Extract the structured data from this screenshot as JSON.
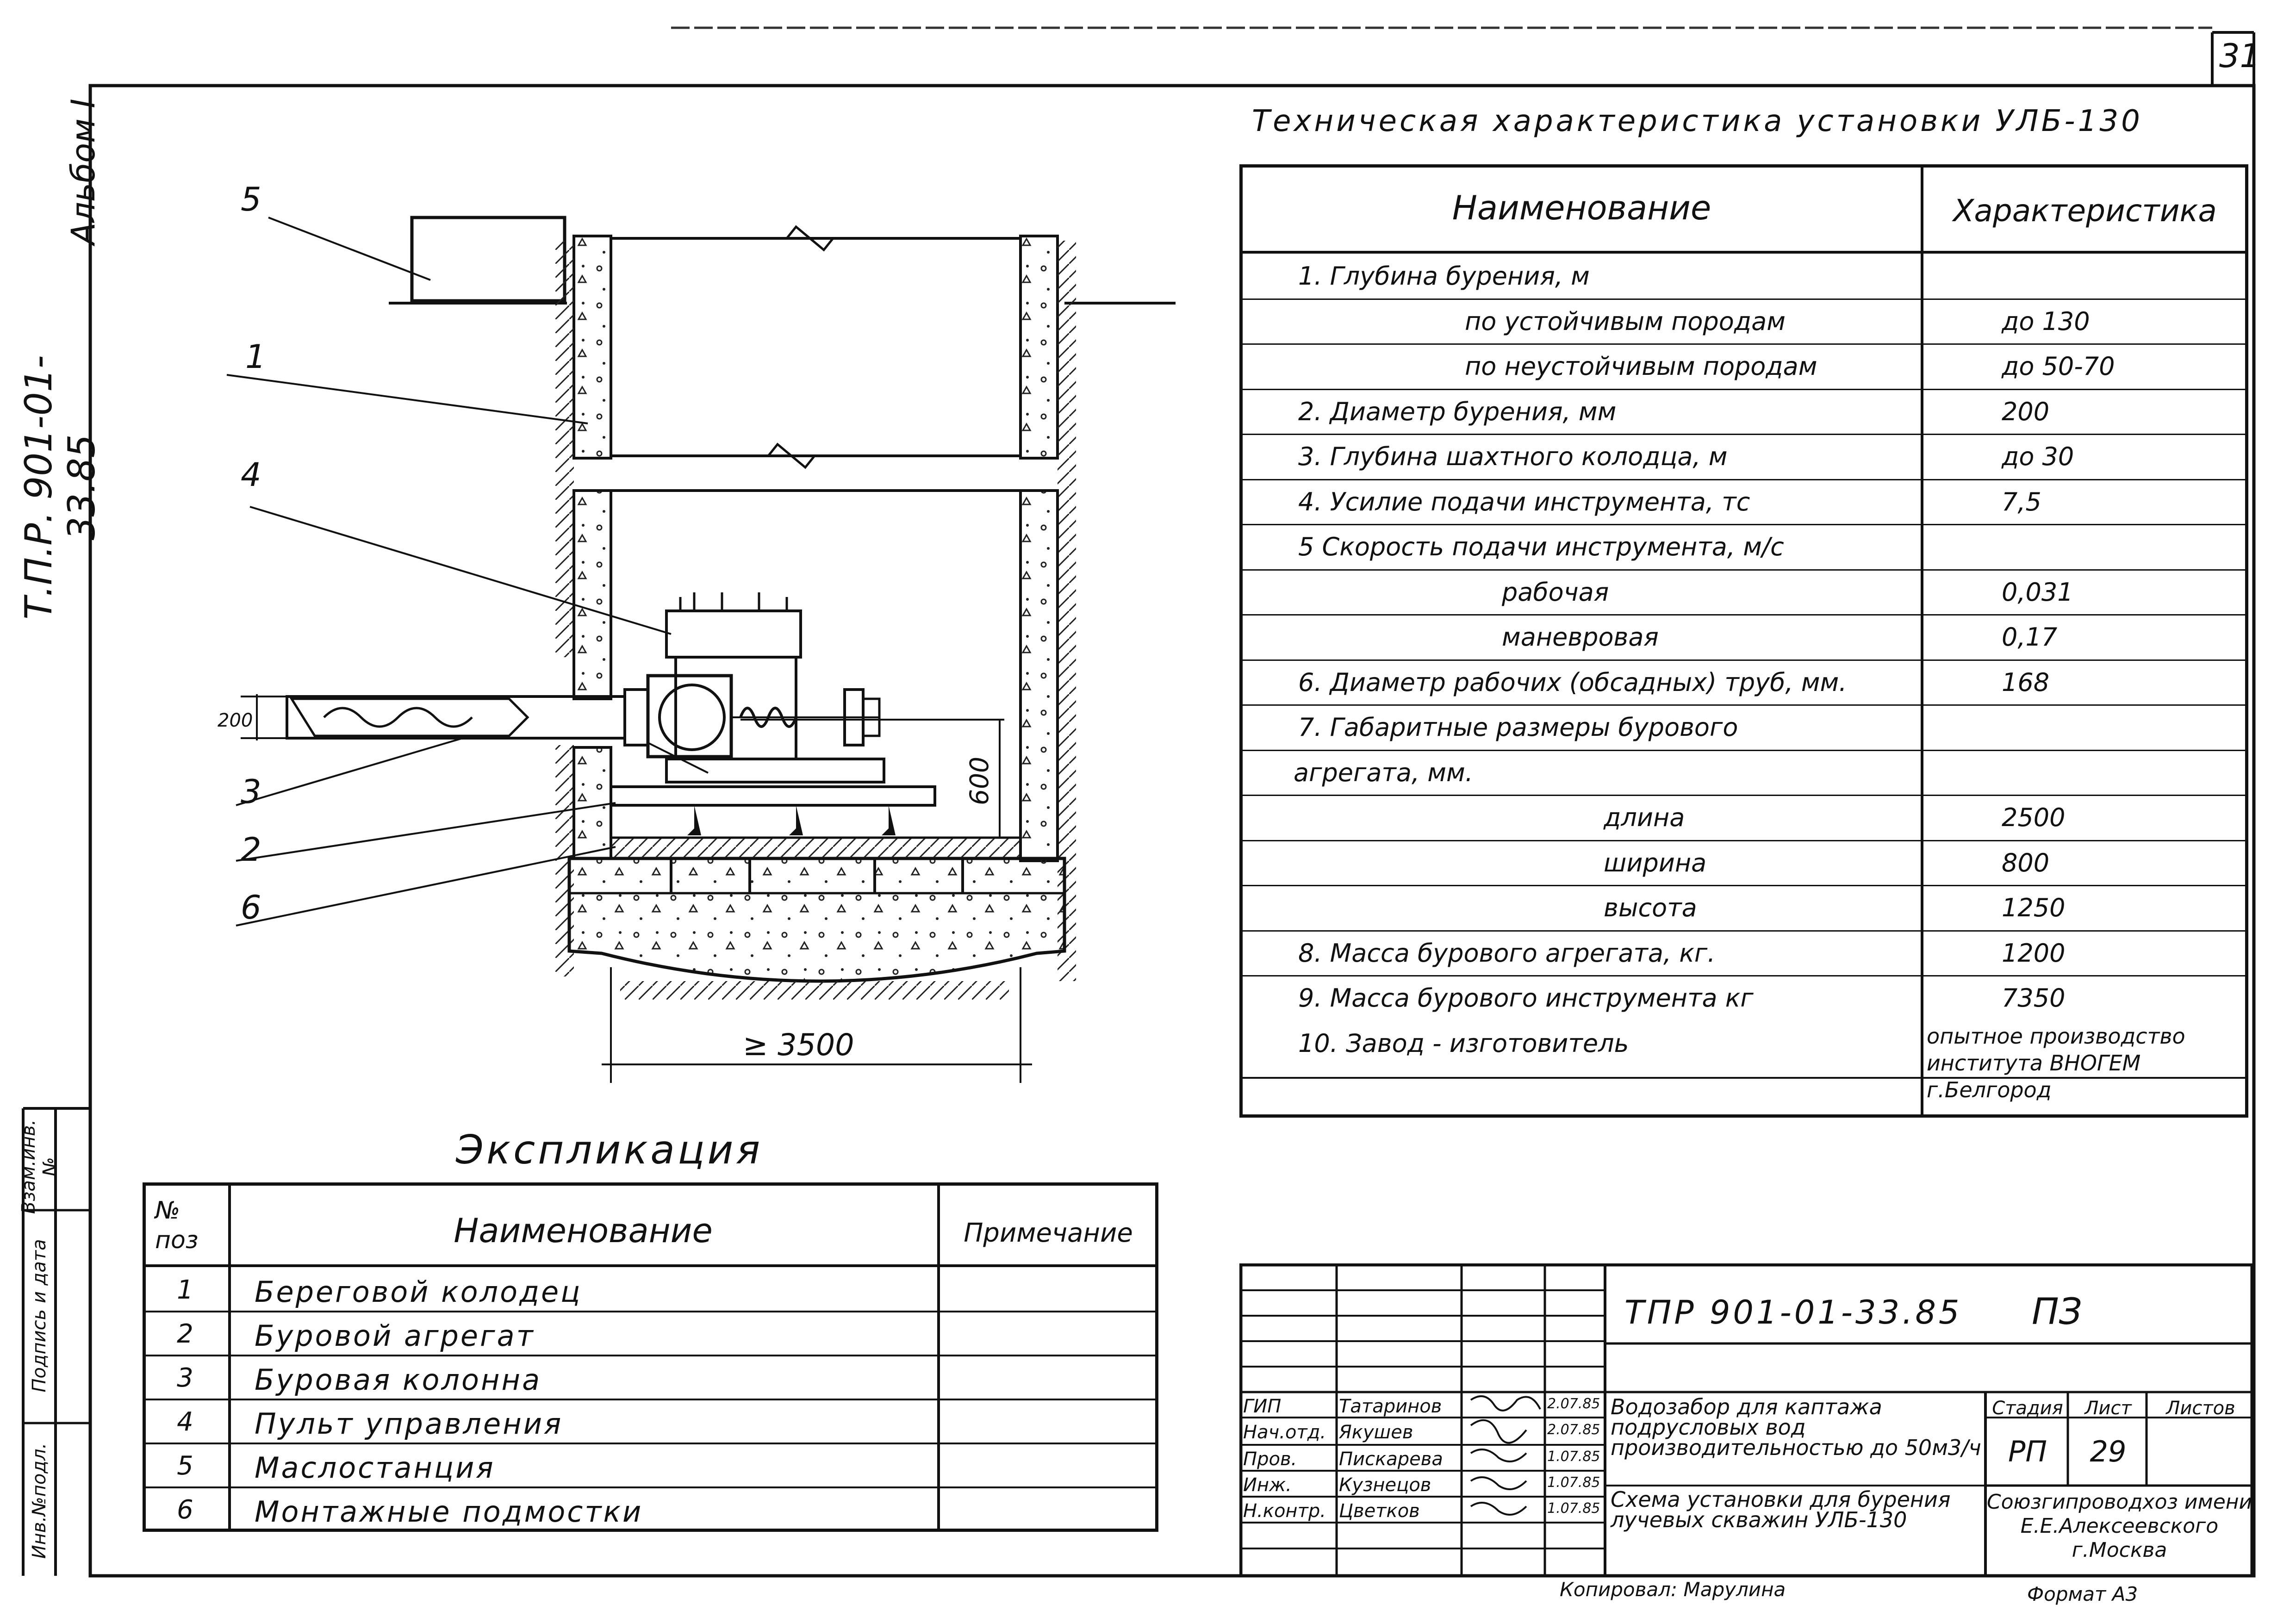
{
  "page_number": "31",
  "left_margin": {
    "album": "Альбом I",
    "tpr": "Т.П.Р. 901-01-33.85",
    "inv_podl": "Инв.№подл.",
    "podpis_data": "Подпись и дата",
    "vzam_inv": "Взам.инв.№"
  },
  "drawing": {
    "callouts": [
      "5",
      "1",
      "4",
      "3",
      "2",
      "6"
    ],
    "dim_200": "200",
    "dim_600": "600",
    "dim_3500": "≥ 3500"
  },
  "tech": {
    "title": "Техническая характеристика установки УЛБ-130",
    "header_name": "Наименование",
    "header_char": "Характеристика",
    "rows": [
      {
        "name": "1. Глубина бурения, м",
        "value": ""
      },
      {
        "name": "по устойчивым породам",
        "value": "до 130"
      },
      {
        "name": "по неустойчивым породам",
        "value": "до 50-70"
      },
      {
        "name": "2. Диаметр бурения, мм",
        "value": "200"
      },
      {
        "name": "3. Глубина шахтного колодца, м",
        "value": "до 30"
      },
      {
        "name": "4. Усилие подачи инструмента, тс",
        "value": "7,5"
      },
      {
        "name": "5 Скорость подачи инструмента, м/с",
        "value": ""
      },
      {
        "name": "рабочая",
        "value": "0,031"
      },
      {
        "name": "маневровая",
        "value": "0,17"
      },
      {
        "name": "6. Диаметр рабочих (обсадных) труб, мм.",
        "value": "168"
      },
      {
        "name": "7. Габаритные размеры бурового",
        "value": ""
      },
      {
        "name": "агрегата, мм.",
        "value": ""
      },
      {
        "name": "длина",
        "value": "2500"
      },
      {
        "name": "ширина",
        "value": "800"
      },
      {
        "name": "высота",
        "value": "1250"
      },
      {
        "name": "8. Масса бурового агрегата, кг.",
        "value": "1200"
      },
      {
        "name": "9. Масса бурового инструмента кг",
        "value": "7350"
      },
      {
        "name": "10. Завод - изготовитель",
        "value": "опытное производство института ВНОГЕМ г.Белгород"
      }
    ]
  },
  "explication": {
    "title": "Экспликация",
    "col_no": "№ поз",
    "col_name": "Наименование",
    "col_note": "Примечание",
    "rows": [
      {
        "no": "1",
        "name": "Береговой колодец"
      },
      {
        "no": "2",
        "name": "Буровой агрегат"
      },
      {
        "no": "3",
        "name": "Буровая колонна"
      },
      {
        "no": "4",
        "name": "Пульт управления"
      },
      {
        "no": "5",
        "name": "Маслостанция"
      },
      {
        "no": "6",
        "name": "Монтажные подмостки"
      }
    ]
  },
  "stamp": {
    "code": "ТПР 901-01-33.85",
    "sheet_code": "ПЗ",
    "project": "Водозабор для каптажа подрусловых вод производительностью до 50м3/ч",
    "sheet_title": "Схема установки для бурения лучевых скважин УЛБ-130",
    "stage_label": "Стадия",
    "sheet_label": "Лист",
    "sheets_label": "Листов",
    "stage": "РП",
    "sheet": "29",
    "org": "Союзгипроводхоз имени Е.Е.Алексеевского г.Москва",
    "people": [
      {
        "role": "ГИП",
        "name": "Татаринов",
        "date": "2.07.85"
      },
      {
        "role": "Нач.отд.",
        "name": "Якушев",
        "date": "2.07.85"
      },
      {
        "role": "Пров.",
        "name": "Пискарева",
        "date": "1.07.85"
      },
      {
        "role": "Инж.",
        "name": "Кузнецов",
        "date": "1.07.85"
      },
      {
        "role": "Н.контр.",
        "name": "Цветков",
        "date": "1.07.85"
      }
    ]
  },
  "footer": {
    "copied": "Копировал: Марулина",
    "format": "Формат А3"
  }
}
